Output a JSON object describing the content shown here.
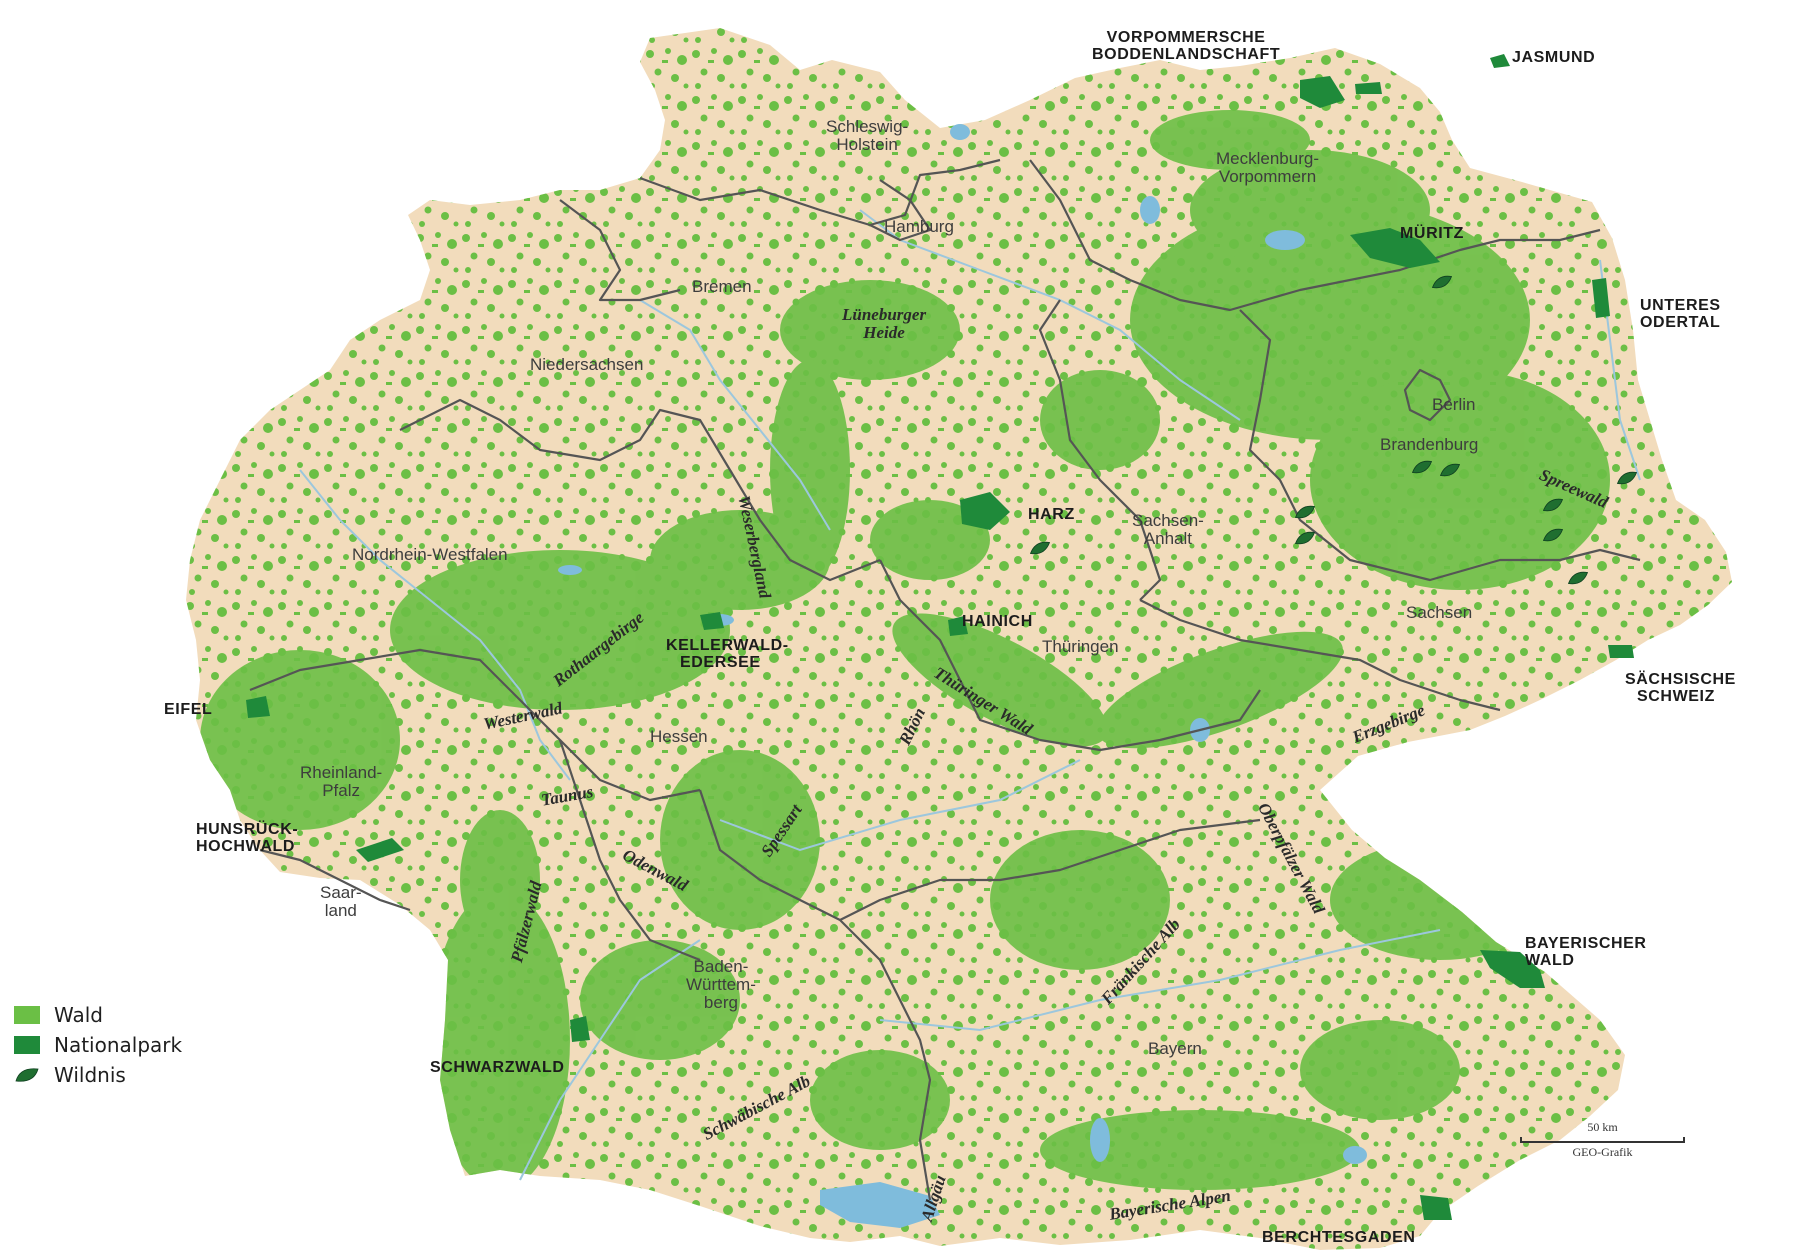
{
  "colors": {
    "land": "#f2dcbc",
    "forest": "#6bbf45",
    "national_park": "#1f8a3a",
    "wildnis": "#1f6e30",
    "water": "#7fbcdc",
    "border": "#555555"
  },
  "national_parks": [
    {
      "id": "vorpommersche",
      "line1": "VORPOMMERSCHE",
      "line2": "BODDENLANDSCHAFT"
    },
    {
      "id": "jasmund",
      "line1": "JASMUND"
    },
    {
      "id": "mueritz",
      "line1": "MÜRITZ"
    },
    {
      "id": "unteres-odertal",
      "line1": "UNTERES",
      "line2": "ODERTAL"
    },
    {
      "id": "harz",
      "line1": "HARZ"
    },
    {
      "id": "hainich",
      "line1": "HAINICH"
    },
    {
      "id": "kellerwald",
      "line1": "KELLERWALD-",
      "line2": "EDERSEE"
    },
    {
      "id": "eifel",
      "line1": "EIFEL"
    },
    {
      "id": "saechsische-schweiz",
      "line1": "SÄCHSISCHE",
      "line2": "SCHWEIZ"
    },
    {
      "id": "hunsrueck",
      "line1": "HUNSRÜCK-",
      "line2": "HOCHWALD"
    },
    {
      "id": "bayerischer-wald",
      "line1": "BAYERISCHER",
      "line2": "WALD"
    },
    {
      "id": "schwarzwald",
      "line1": "SCHWARZWALD"
    },
    {
      "id": "berchtesgaden",
      "line1": "BERCHTESGADEN"
    }
  ],
  "states": [
    {
      "id": "sh",
      "line1": "Schleswig-",
      "line2": "Holstein"
    },
    {
      "id": "mv",
      "line1": "Mecklenburg-",
      "line2": "Vorpommern"
    },
    {
      "id": "hh",
      "line1": "Hamburg"
    },
    {
      "id": "hb",
      "line1": "Bremen"
    },
    {
      "id": "ni",
      "line1": "Niedersachsen"
    },
    {
      "id": "be",
      "line1": "Berlin"
    },
    {
      "id": "bb",
      "line1": "Brandenburg"
    },
    {
      "id": "st",
      "line1": "Sachsen-",
      "line2": "Anhalt"
    },
    {
      "id": "nw",
      "line1": "Nordrhein-Westfalen"
    },
    {
      "id": "sn",
      "line1": "Sachsen"
    },
    {
      "id": "th",
      "line1": "Thüringen"
    },
    {
      "id": "he",
      "line1": "Hessen"
    },
    {
      "id": "rp",
      "line1": "Rheinland-",
      "line2": "Pfalz"
    },
    {
      "id": "sl",
      "line1": "Saar-",
      "line2": "land"
    },
    {
      "id": "bw",
      "line1": "Baden-",
      "line2": "Württem-",
      "line3": "berg"
    },
    {
      "id": "by",
      "line1": "Bayern"
    }
  ],
  "regions": [
    {
      "id": "lueneburger",
      "line1": "Lüneburger",
      "line2": "Heide"
    },
    {
      "id": "weserbergland",
      "line1": "Weserbergland"
    },
    {
      "id": "rothaargebirge",
      "line1": "Rothaargebirge"
    },
    {
      "id": "westerwald",
      "line1": "Westerwald"
    },
    {
      "id": "taunus",
      "line1": "Taunus"
    },
    {
      "id": "rhoen",
      "line1": "Rhön"
    },
    {
      "id": "thueringer-wald",
      "line1": "Thüringer Wald"
    },
    {
      "id": "erzgebirge",
      "line1": "Erzgebirge"
    },
    {
      "id": "spreewald",
      "line1": "Spreewald"
    },
    {
      "id": "oberpfaelzer-wald",
      "line1": "Oberpfälzer Wald"
    },
    {
      "id": "spessart",
      "line1": "Spessart"
    },
    {
      "id": "odenwald",
      "line1": "Odenwald"
    },
    {
      "id": "pfaelzerwald",
      "line1": "Pfälzerwald"
    },
    {
      "id": "fraenkische-alb",
      "line1": "Fränkische Alb"
    },
    {
      "id": "schwaebische-alb",
      "line1": "Schwäbische Alb"
    },
    {
      "id": "allgaeu",
      "line1": "Allgäu"
    },
    {
      "id": "bayerische-alpen",
      "line1": "Bayerische Alpen"
    }
  ],
  "legend": [
    {
      "id": "wald",
      "label": "Wald",
      "icon": "square-swatch",
      "color": "#6bbf45"
    },
    {
      "id": "nationalpark",
      "label": "Nationalpark",
      "icon": "square-swatch",
      "color": "#1f8a3a"
    },
    {
      "id": "wildnis",
      "label": "Wildnis",
      "icon": "leaf-icon",
      "color": "#1f6e30"
    }
  ],
  "scalebar": {
    "distance": "50 km",
    "credit": "GEO-Grafik"
  }
}
